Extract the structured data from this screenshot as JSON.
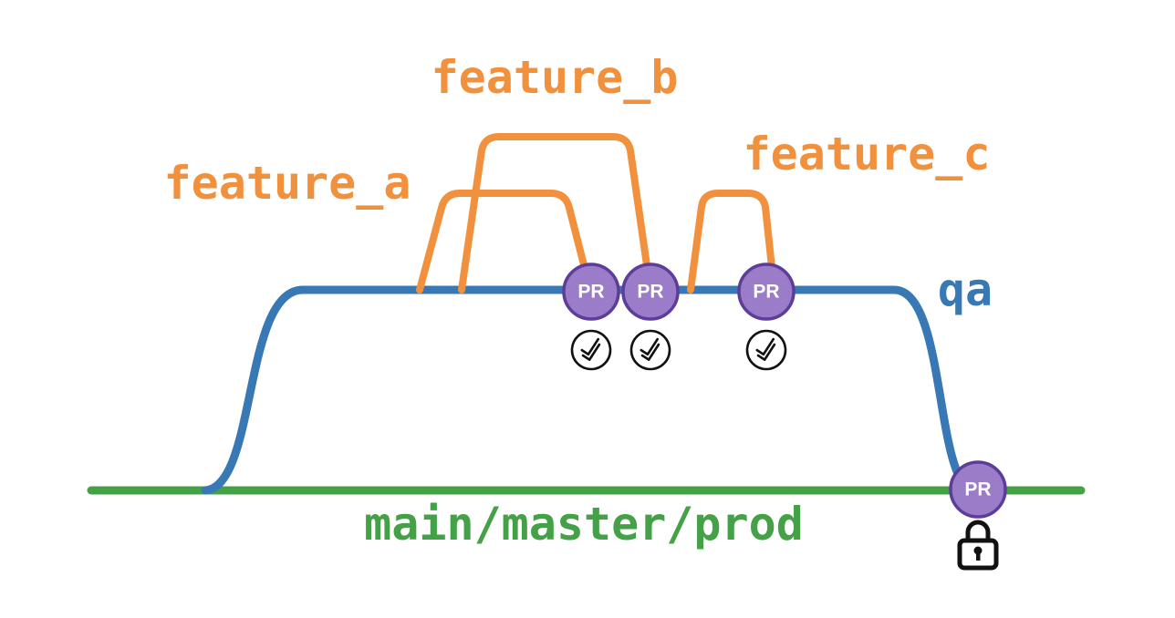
{
  "diagram": {
    "type": "git-branching-flow",
    "branches": {
      "feature_a": {
        "label": "feature_a",
        "color": "#F2913D"
      },
      "feature_b": {
        "label": "feature_b",
        "color": "#F2913D"
      },
      "feature_c": {
        "label": "feature_c",
        "color": "#F2913D"
      },
      "qa": {
        "label": "qa",
        "color": "#3878B4"
      },
      "main": {
        "label": "main/master/prod",
        "color": "#44A147"
      }
    },
    "pr_badge": {
      "label": "PR",
      "fill": "#9B7CC9",
      "border": "#5C3D99",
      "count": 4
    },
    "icons": {
      "approved_check": "check-circle-icon",
      "approved_check_count": 3,
      "lock": "lock-icon",
      "lock_count": 1
    },
    "colors": {
      "feature_branch": "#F2913D",
      "qa_branch": "#3878B4",
      "main_branch": "#44A147",
      "pr_fill": "#9B7CC9",
      "pr_border": "#5C3D99",
      "icon_stroke": "#111111",
      "background": "#FFFFFF"
    }
  }
}
